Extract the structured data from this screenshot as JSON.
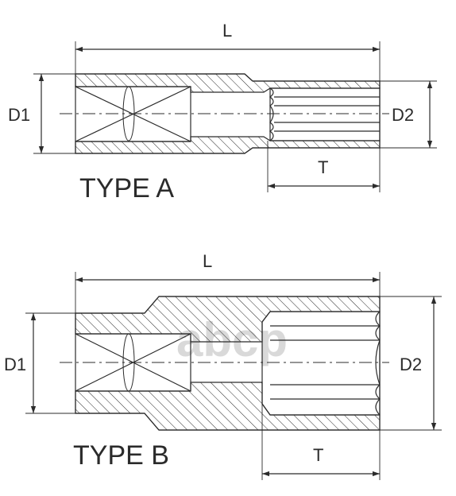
{
  "watermark": "abcp",
  "type_a": {
    "title": "TYPE A",
    "dim_length": "L",
    "dim_d1": "D1",
    "dim_d2": "D2",
    "dim_t": "T"
  },
  "type_b": {
    "title": "TYPE B",
    "dim_length": "L",
    "dim_d1": "D1",
    "dim_d2": "D2",
    "dim_t": "T"
  },
  "colors": {
    "line": "#2b2b2b",
    "watermark": "#d9d9d9",
    "background": "#ffffff"
  }
}
